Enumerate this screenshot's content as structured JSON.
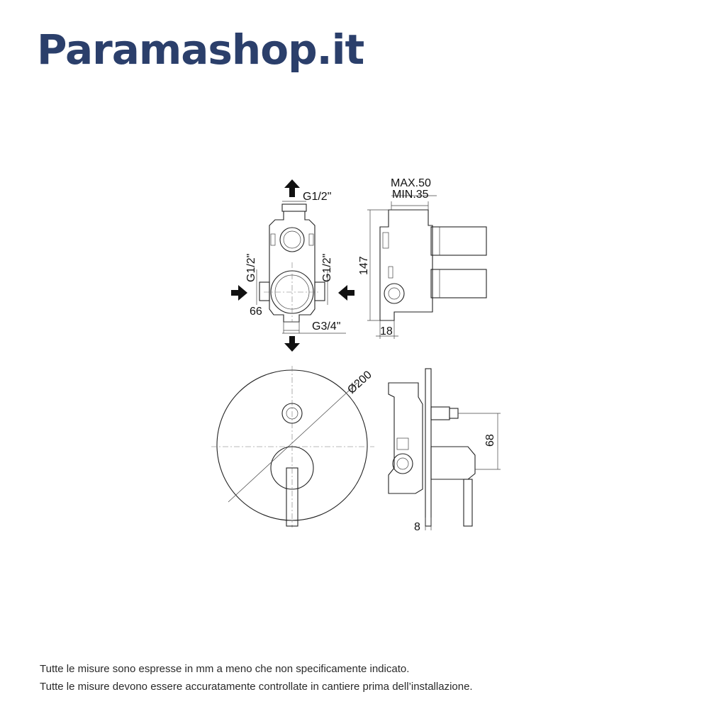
{
  "brand": {
    "name": "Paramashop.it"
  },
  "colors": {
    "brand": "#2b3f6b",
    "line": "#222222",
    "text": "#2a2a2a"
  },
  "icons": {
    "flow_arrow": "arrow-icon"
  },
  "drawing": {
    "top_view": {
      "outlet_top": "G1/2\"",
      "inlet_left": "G1/2\"",
      "inlet_right": "G1/2\"",
      "outlet_bottom": "G3/4\"",
      "dim_spacing": "66"
    },
    "side_view": {
      "max_depth": "MAX.50",
      "min_depth": "MIN.35",
      "height": "147",
      "offset": "18"
    },
    "front_view": {
      "diameter": "Ø200"
    },
    "profile_view": {
      "dim_handle": "68",
      "dim_plate": "8"
    }
  },
  "footer": {
    "line1": "Tutte le misure sono espresse in mm a meno che non specificamente indicato.",
    "line2": "Tutte le misure devono essere accuratamente controllate in cantiere prima dell’installazione."
  }
}
